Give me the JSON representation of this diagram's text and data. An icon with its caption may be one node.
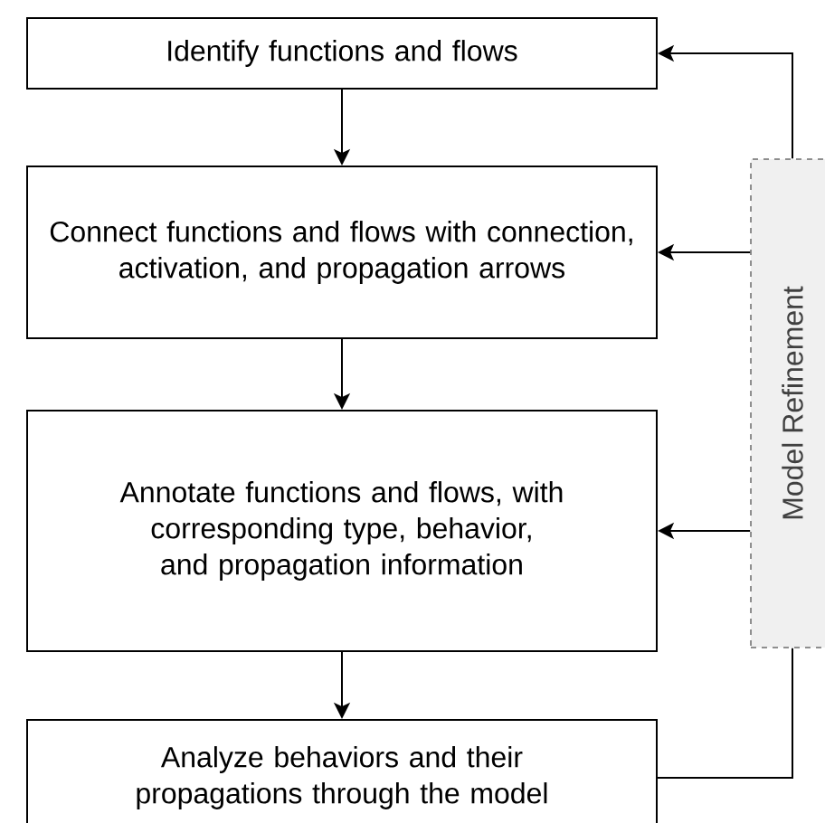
{
  "diagram": {
    "nodes": [
      {
        "text": [
          "Identify functions and flows"
        ]
      },
      {
        "text": [
          "Connect functions and flows with connection, activation, and propagation arrows"
        ]
      },
      {
        "text": [
          "Annotate functions and flows, with corresponding type, behavior, and propagation information"
        ]
      },
      {
        "text": [
          "Analyze behaviors and their propagations through the model"
        ]
      },
      {
        "text": [
          "Model Refinement"
        ]
      }
    ],
    "edges": [
      {
        "from": 0,
        "to": 1,
        "arrow": "to"
      },
      {
        "from": 1,
        "to": 2,
        "arrow": "to"
      },
      {
        "from": 2,
        "to": 3,
        "arrow": "to"
      },
      {
        "from": 3,
        "to": 4,
        "arrow": "none"
      },
      {
        "from": 4,
        "to": 0,
        "arrow": "to"
      },
      {
        "from": 4,
        "to": 1,
        "arrow": "to"
      },
      {
        "from": 4,
        "to": 2,
        "arrow": "to"
      }
    ]
  }
}
